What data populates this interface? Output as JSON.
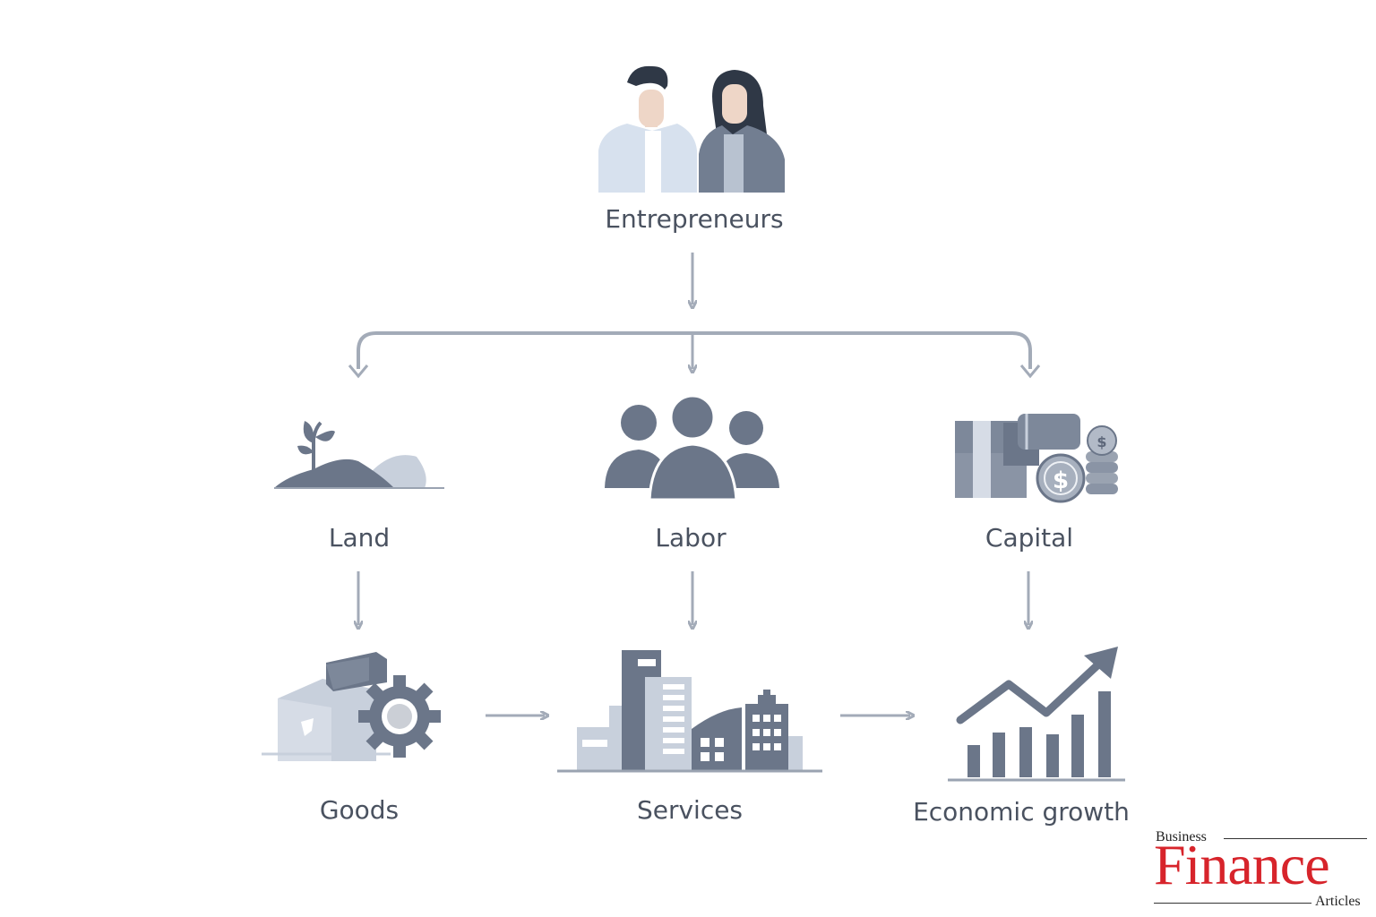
{
  "nodes": {
    "entrepreneurs": "Entrepreneurs",
    "land": "Land",
    "labor": "Labor",
    "capital": "Capital",
    "goods": "Goods",
    "services": "Services",
    "economic_growth": "Economic growth"
  },
  "brand": {
    "top": "Business",
    "main": "Finance",
    "bottom": "Articles",
    "color": "#d7242b"
  },
  "colors": {
    "arrow": "#a3abb8",
    "icon_dark": "#6b7689",
    "icon_light": "#c8d0dc",
    "text": "#4a5260"
  },
  "icons": {
    "entrepreneurs": "two-people-icon",
    "land": "plant-hill-icon",
    "labor": "group-icon",
    "capital": "money-stack-icon",
    "goods": "box-gear-icon",
    "services": "city-buildings-icon",
    "economic_growth": "growth-chart-icon"
  }
}
